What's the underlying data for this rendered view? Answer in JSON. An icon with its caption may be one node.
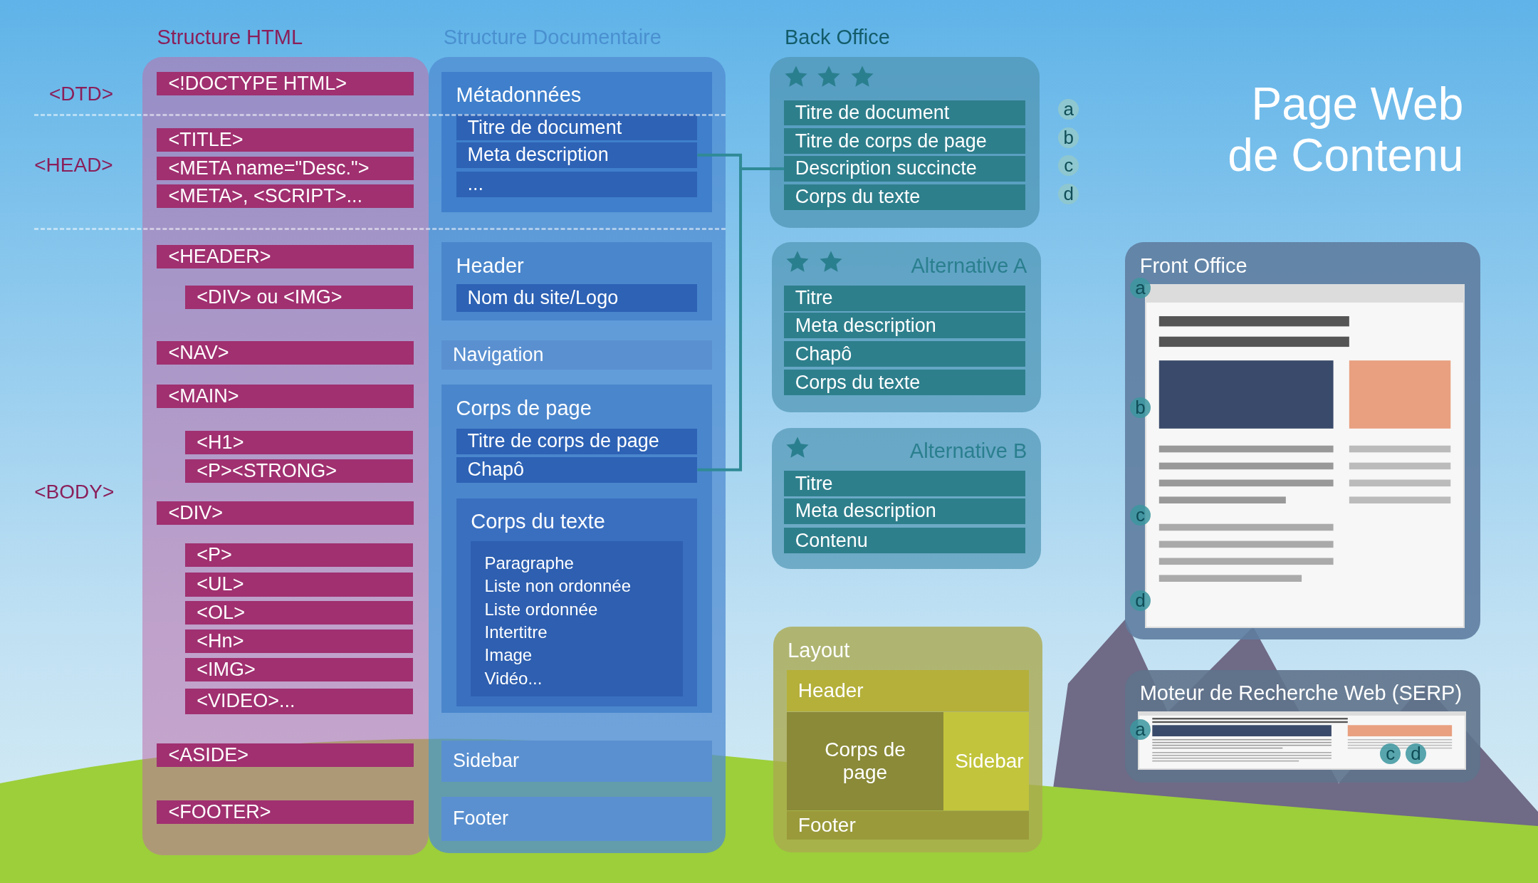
{
  "diagram": {
    "title": "Page Web de Contenu",
    "nodes": [
      {
        "text": [
          "Structure HTML"
        ]
      },
      {
        "text": [
          "<!DOCTYPE HTML>"
        ],
        "in": 0
      },
      {
        "text": [
          "<TITLE>"
        ],
        "in": 0
      },
      {
        "text": [
          "<META name=\"Desc.\">"
        ],
        "in": 0
      },
      {
        "text": [
          "<META>, <SCRIPT>..."
        ],
        "in": 0
      },
      {
        "text": [
          "<HEADER>"
        ],
        "in": 0
      },
      {
        "text": [
          "<DIV> ou <IMG>"
        ],
        "in": 0
      },
      {
        "text": [
          "<NAV>"
        ],
        "in": 0
      },
      {
        "text": [
          "<MAIN>"
        ],
        "in": 0
      },
      {
        "text": [
          "<H1>"
        ],
        "in": 0
      },
      {
        "text": [
          "<P><STRONG>"
        ],
        "in": 0
      },
      {
        "text": [
          "<DIV>"
        ],
        "in": 0
      },
      {
        "text": [
          "<P>"
        ],
        "in": 0
      },
      {
        "text": [
          "<UL>"
        ],
        "in": 0
      },
      {
        "text": [
          "<OL>"
        ],
        "in": 0
      },
      {
        "text": [
          "<Hn>"
        ],
        "in": 0
      },
      {
        "text": [
          "<IMG>"
        ],
        "in": 0
      },
      {
        "text": [
          "<VIDEO>..."
        ],
        "in": 0
      },
      {
        "text": [
          "<ASIDE>"
        ],
        "in": 0
      },
      {
        "text": [
          "<FOOTER>"
        ],
        "in": 0
      },
      {
        "text": [
          "Structure Documentaire"
        ]
      },
      {
        "text": [
          "Métadonnées"
        ],
        "in": 20
      },
      {
        "text": [
          "Titre de document"
        ],
        "in": 21
      },
      {
        "text": [
          "Meta description"
        ],
        "in": 21
      },
      {
        "text": [
          "..."
        ],
        "in": 21
      },
      {
        "text": [
          "Header"
        ],
        "in": 20
      },
      {
        "text": [
          "Nom du site/Logo"
        ],
        "in": 25
      },
      {
        "text": [
          "Navigation"
        ],
        "in": 20
      },
      {
        "text": [
          "Corps de page"
        ],
        "in": 20
      },
      {
        "text": [
          "Titre de corps de page"
        ],
        "in": 28
      },
      {
        "text": [
          "Chapô"
        ],
        "in": 28
      },
      {
        "text": [
          "Corps du texte"
        ],
        "in": 28
      },
      {
        "text": [
          "Paragraphe",
          "Liste non ordonnée",
          "Liste ordonnée",
          "Intertitre",
          "Image",
          "Vidéo..."
        ],
        "in": 31
      },
      {
        "text": [
          "Sidebar"
        ],
        "in": 20
      },
      {
        "text": [
          "Footer"
        ],
        "in": 20
      },
      {
        "text": [
          "Back Office"
        ]
      },
      {
        "text": [
          "Titre de document"
        ],
        "in": 35,
        "beside": [
          "a"
        ]
      },
      {
        "text": [
          "Titre de corps de page"
        ],
        "in": 35,
        "beside": [
          "b"
        ]
      },
      {
        "text": [
          "Description succincte"
        ],
        "in": 35,
        "beside": [
          "c"
        ]
      },
      {
        "text": [
          "Corps du texte"
        ],
        "in": 35,
        "beside": [
          "d"
        ]
      },
      {
        "text": [
          "Alternative A"
        ]
      },
      {
        "text": [
          "Titre"
        ],
        "in": 40
      },
      {
        "text": [
          "Meta description"
        ],
        "in": 40
      },
      {
        "text": [
          "Chapô"
        ],
        "in": 40
      },
      {
        "text": [
          "Corps du texte"
        ],
        "in": 40
      },
      {
        "text": [
          "Alternative B"
        ]
      },
      {
        "text": [
          "Titre"
        ],
        "in": 45
      },
      {
        "text": [
          "Meta description"
        ],
        "in": 45
      },
      {
        "text": [
          "Contenu"
        ],
        "in": 45
      },
      {
        "text": [
          "Layout"
        ]
      },
      {
        "text": [
          "Header"
        ],
        "in": 49
      },
      {
        "text": [
          "Corps de page"
        ],
        "in": 49
      },
      {
        "text": [
          "Sidebar"
        ],
        "in": 49
      },
      {
        "text": [
          "Footer"
        ],
        "in": 49
      },
      {
        "text": [
          "Front Office"
        ]
      },
      {
        "text": [],
        "shape": "picture",
        "in": 54
      },
      {
        "text": [
          "Moteur de Recherche Web (SERP)"
        ]
      },
      {
        "text": [],
        "shape": "picture",
        "in": 56
      }
    ],
    "edges": [
      {
        "from": 23,
        "to": 38,
        "arrow": "none"
      },
      {
        "from": 30,
        "to": 38,
        "arrow": "none"
      }
    ],
    "labels": [
      "<DTD>",
      "<HEAD>",
      "<BODY>",
      "a",
      "b",
      "c",
      "d",
      "a",
      "c",
      "d"
    ]
  }
}
